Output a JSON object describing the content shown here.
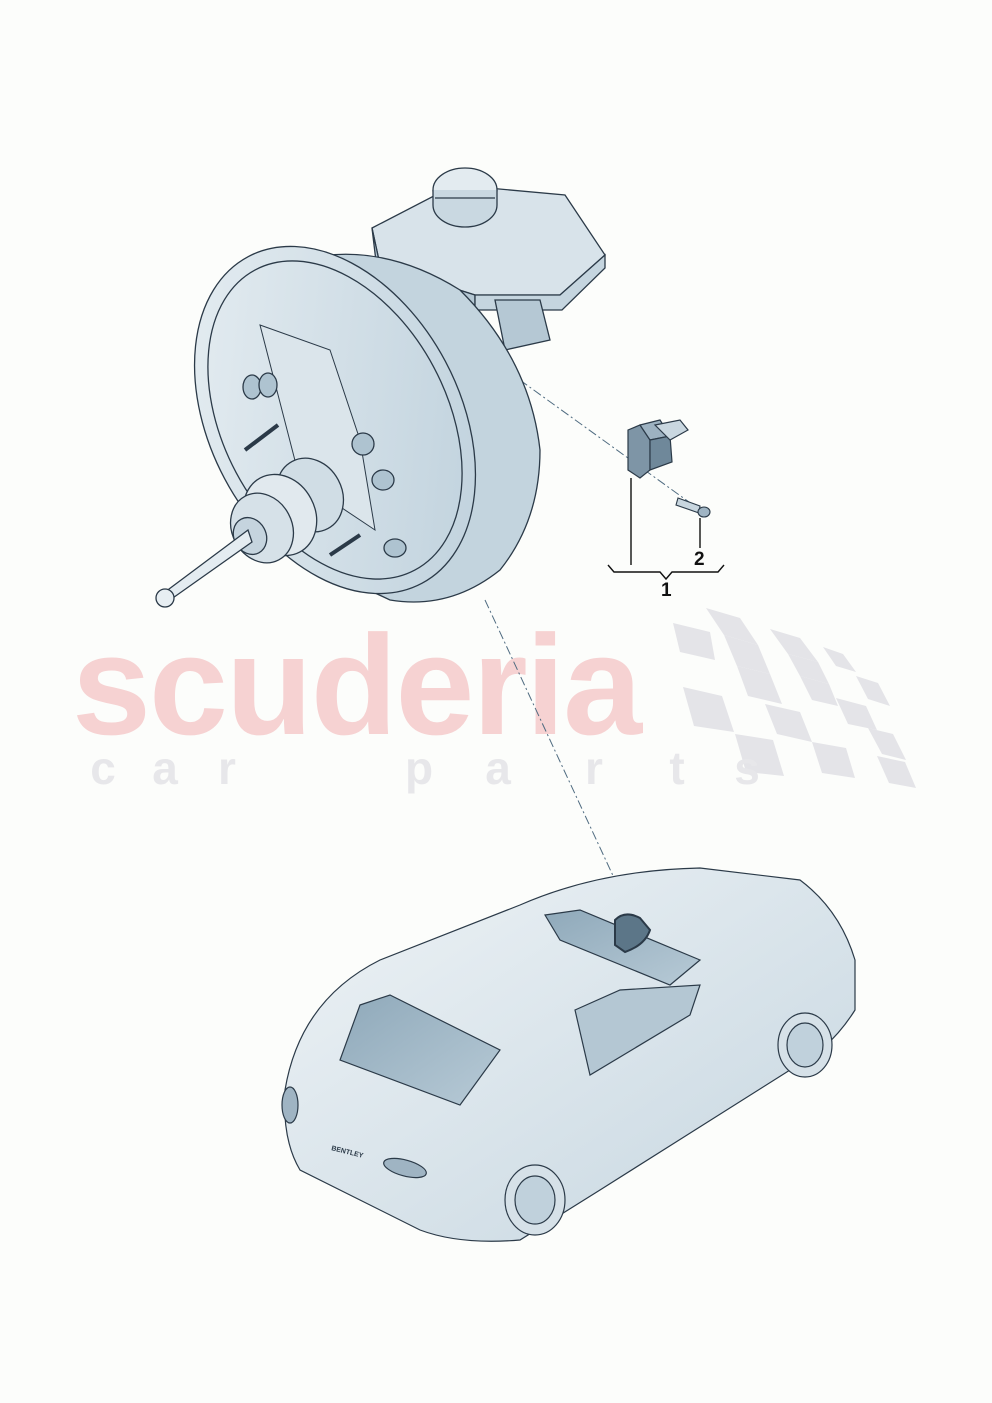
{
  "diagram": {
    "type": "exploded parts diagram",
    "subject": "Brake servo with brake fluid reservoir and pressure sensor",
    "background": "#fcfdfb",
    "line_color": "#2b3a48",
    "fill_color": "#d6e2ea",
    "shade_color": "#a9bfcd",
    "callouts": [
      {
        "id": "1",
        "label": "1",
        "refers_to": "sensor with bracket (group)"
      },
      {
        "id": "2",
        "label": "2",
        "refers_to": "bolt"
      }
    ],
    "components": [
      {
        "name": "brake-servo",
        "label": "brake booster with push rod"
      },
      {
        "name": "brake-fluid-reservoir",
        "label": "reservoir with cap"
      },
      {
        "name": "pressure-sensor",
        "label": "sensor"
      },
      {
        "name": "bolt",
        "label": "bolt"
      },
      {
        "name": "vehicle-locator",
        "label": "Coupe locator view"
      }
    ],
    "vehicle": {
      "badge_text": "BENTLEY"
    }
  },
  "watermark": {
    "brand": "scuderia",
    "tagline_letters": [
      "c",
      "a",
      "r",
      "",
      "p",
      "a",
      "r",
      "t",
      "s"
    ],
    "brand_color": "#f6d2d2",
    "tagline_color": "#e7e7ea",
    "flag_color": "#e4e4e8"
  }
}
